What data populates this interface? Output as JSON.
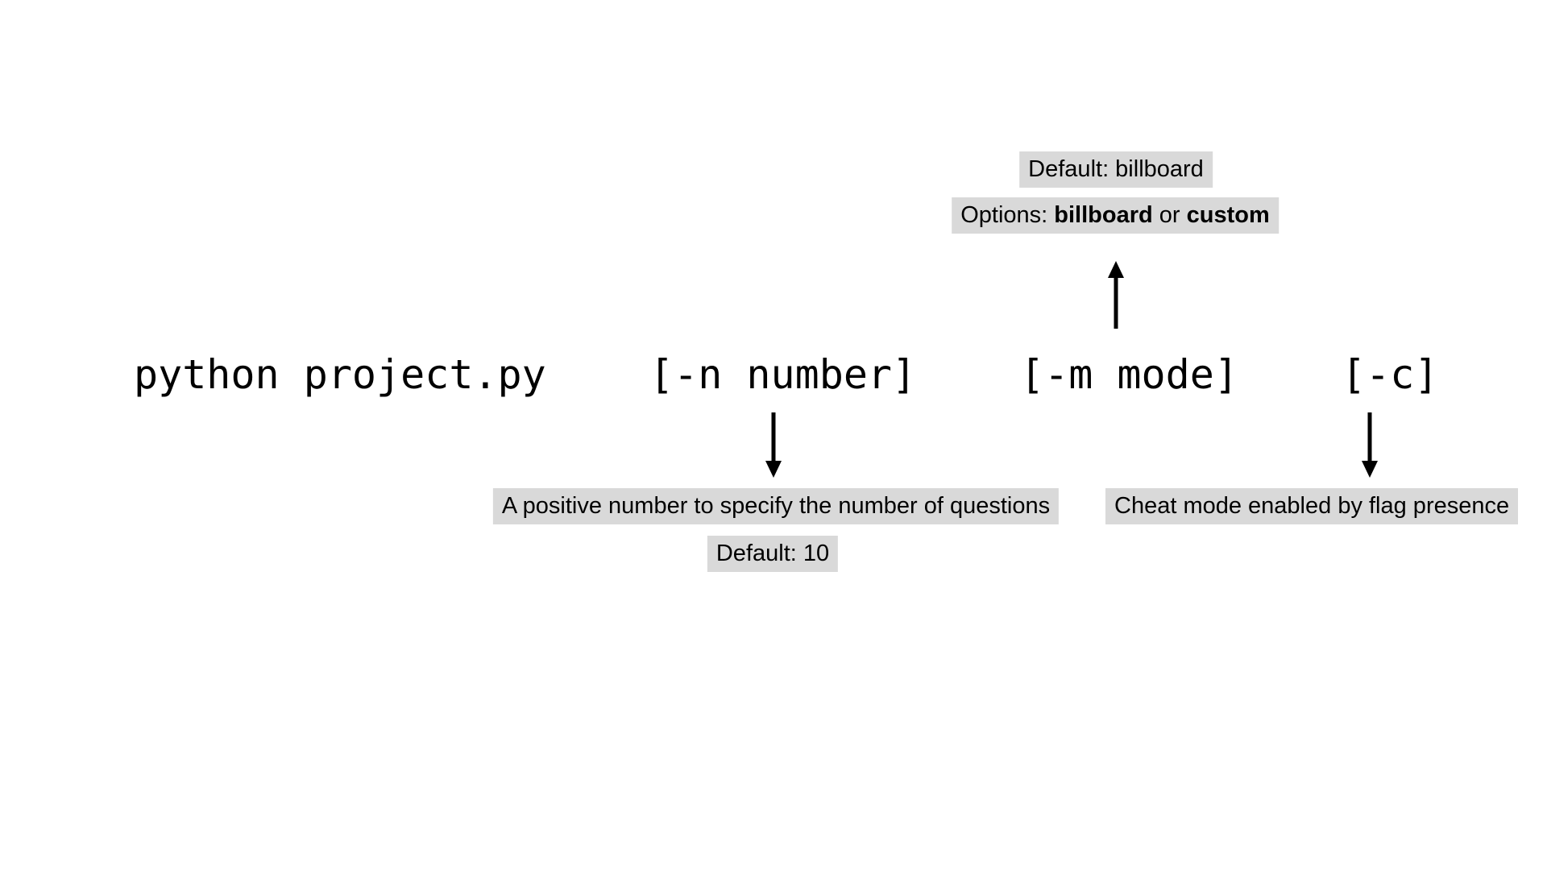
{
  "theme": {
    "background": "#ffffff",
    "highlight_color": "#d9d9d9",
    "text_color": "#000000",
    "arrow_color": "#000000"
  },
  "command": {
    "segments": [
      {
        "name": "program",
        "text": "python project.py"
      },
      {
        "name": "n-flag",
        "text": "[-n number]"
      },
      {
        "name": "m-flag",
        "text": "[-m mode]"
      },
      {
        "name": "c-flag",
        "text": "[-c]"
      }
    ]
  },
  "annotations": {
    "mode": {
      "default_text": "Default: billboard",
      "options_prefix": "Options: ",
      "option_1": "billboard",
      "options_separator": " or ",
      "option_2": "custom"
    },
    "number": {
      "description": "A positive number to specify the number of questions",
      "default_text": "Default: 10"
    },
    "cheat": {
      "description": "Cheat mode enabled by flag presence"
    }
  }
}
